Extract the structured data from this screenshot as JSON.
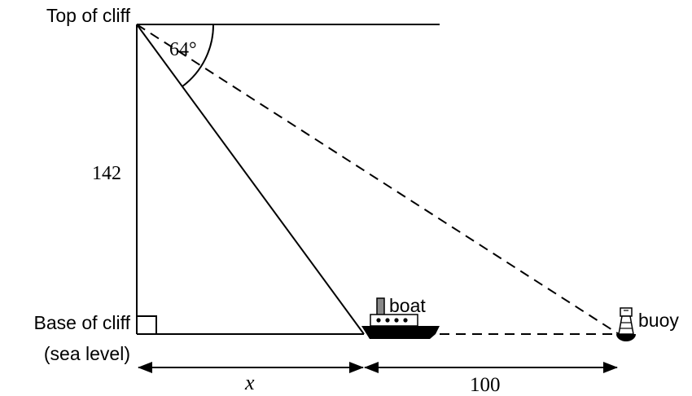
{
  "labels": {
    "top_of_cliff": "Top of cliff",
    "base_of_cliff": "Base of cliff",
    "sea_level": "(sea level)",
    "angle": "64°",
    "height": "142",
    "boat": "boat",
    "buoy": "buoy",
    "x": "x",
    "distance": "100"
  }
}
